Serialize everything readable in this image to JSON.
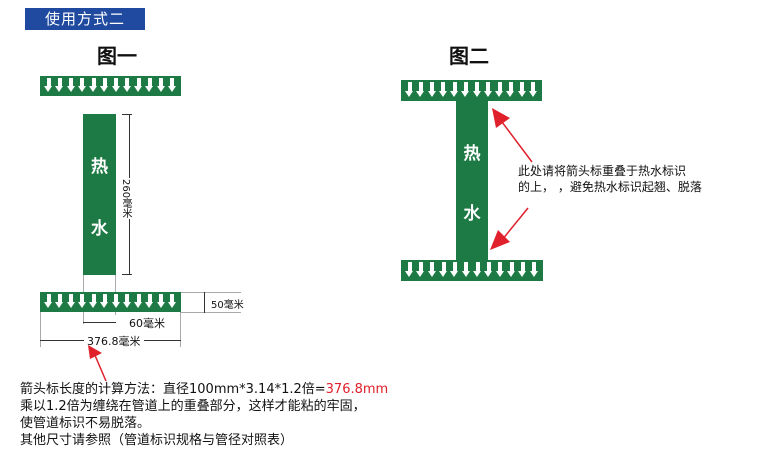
{
  "header": {
    "label": "使用方式二"
  },
  "figure1": {
    "title": "图一",
    "label_chars": [
      "热",
      "水"
    ],
    "dimensions": {
      "height": "260毫米",
      "band_height": "50毫米",
      "overlap": "60毫米",
      "length": "376.8毫米"
    }
  },
  "figure2": {
    "title": "图二",
    "label_chars": [
      "热",
      "水"
    ],
    "annotation_lines": [
      "此处请将箭头标重叠于热水标识",
      "的上，  ，避免热水标识起翘、脱落"
    ]
  },
  "notes": {
    "line1_prefix": "箭头标长度的计算方法：直径100mm*3.14*1.2倍=",
    "line1_highlight": "376.8mm",
    "line2": "乘以1.2倍为缠绕在管道上的重叠部分，这样才能粘的牢固，",
    "line3": "使管道标识不易脱落。",
    "line4": "其他尺寸请参照（管道标识规格与管径对照表）"
  },
  "colors": {
    "header_bg": "#1f4aa0",
    "label_green": "#1d7a45",
    "highlight_red": "#e0202a"
  }
}
